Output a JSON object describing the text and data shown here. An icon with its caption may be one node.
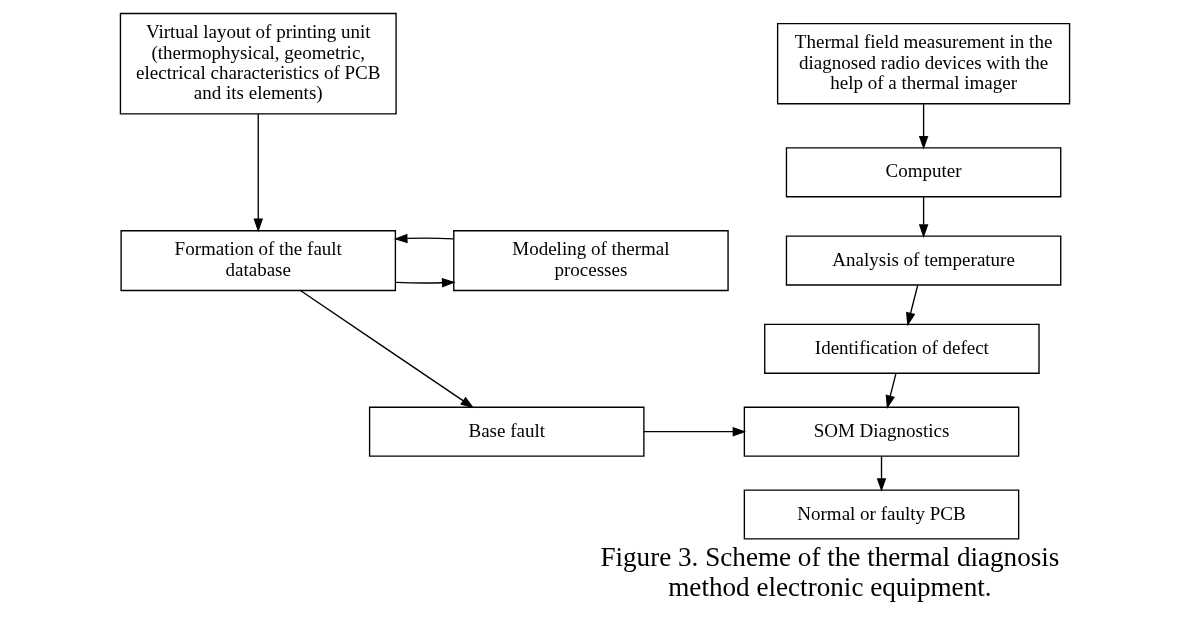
{
  "diagram": {
    "caption": "Figure 3. Scheme of the thermal diagnosis method electronic equipment.",
    "nodes": [
      {
        "text": [
          "Thermal field measurement in the diagnosed radio devices with the help of a thermal imager"
        ]
      },
      {
        "text": [
          "Computer"
        ]
      },
      {
        "text": [
          "Analysis of temperature"
        ]
      },
      {
        "text": [
          "Identification of defect"
        ]
      },
      {
        "text": [
          "SOM Diagnostics"
        ]
      },
      {
        "text": [
          "Normal or faulty PCB"
        ]
      },
      {
        "text": [
          "Virtual layout of printing unit (thermophysical, geometric, electrical characteristics of PCB and its elements)"
        ]
      },
      {
        "text": [
          "Formation of the fault database"
        ]
      },
      {
        "text": [
          "Modeling of thermal processes"
        ]
      },
      {
        "text": [
          "Base fault"
        ]
      }
    ],
    "edges": [
      {
        "from": 0,
        "to": 1,
        "arrow": "to"
      },
      {
        "from": 1,
        "to": 2,
        "arrow": "to"
      },
      {
        "from": 2,
        "to": 3,
        "arrow": "to"
      },
      {
        "from": 3,
        "to": 4,
        "arrow": "to"
      },
      {
        "from": 4,
        "to": 5,
        "arrow": "to"
      },
      {
        "from": 6,
        "to": 7,
        "arrow": "to"
      },
      {
        "from": 7,
        "to": 8,
        "arrow": "to"
      },
      {
        "from": 8,
        "to": 7,
        "arrow": "to"
      },
      {
        "from": 7,
        "to": 9,
        "arrow": "to"
      },
      {
        "from": 9,
        "to": 4,
        "arrow": "to"
      }
    ]
  }
}
